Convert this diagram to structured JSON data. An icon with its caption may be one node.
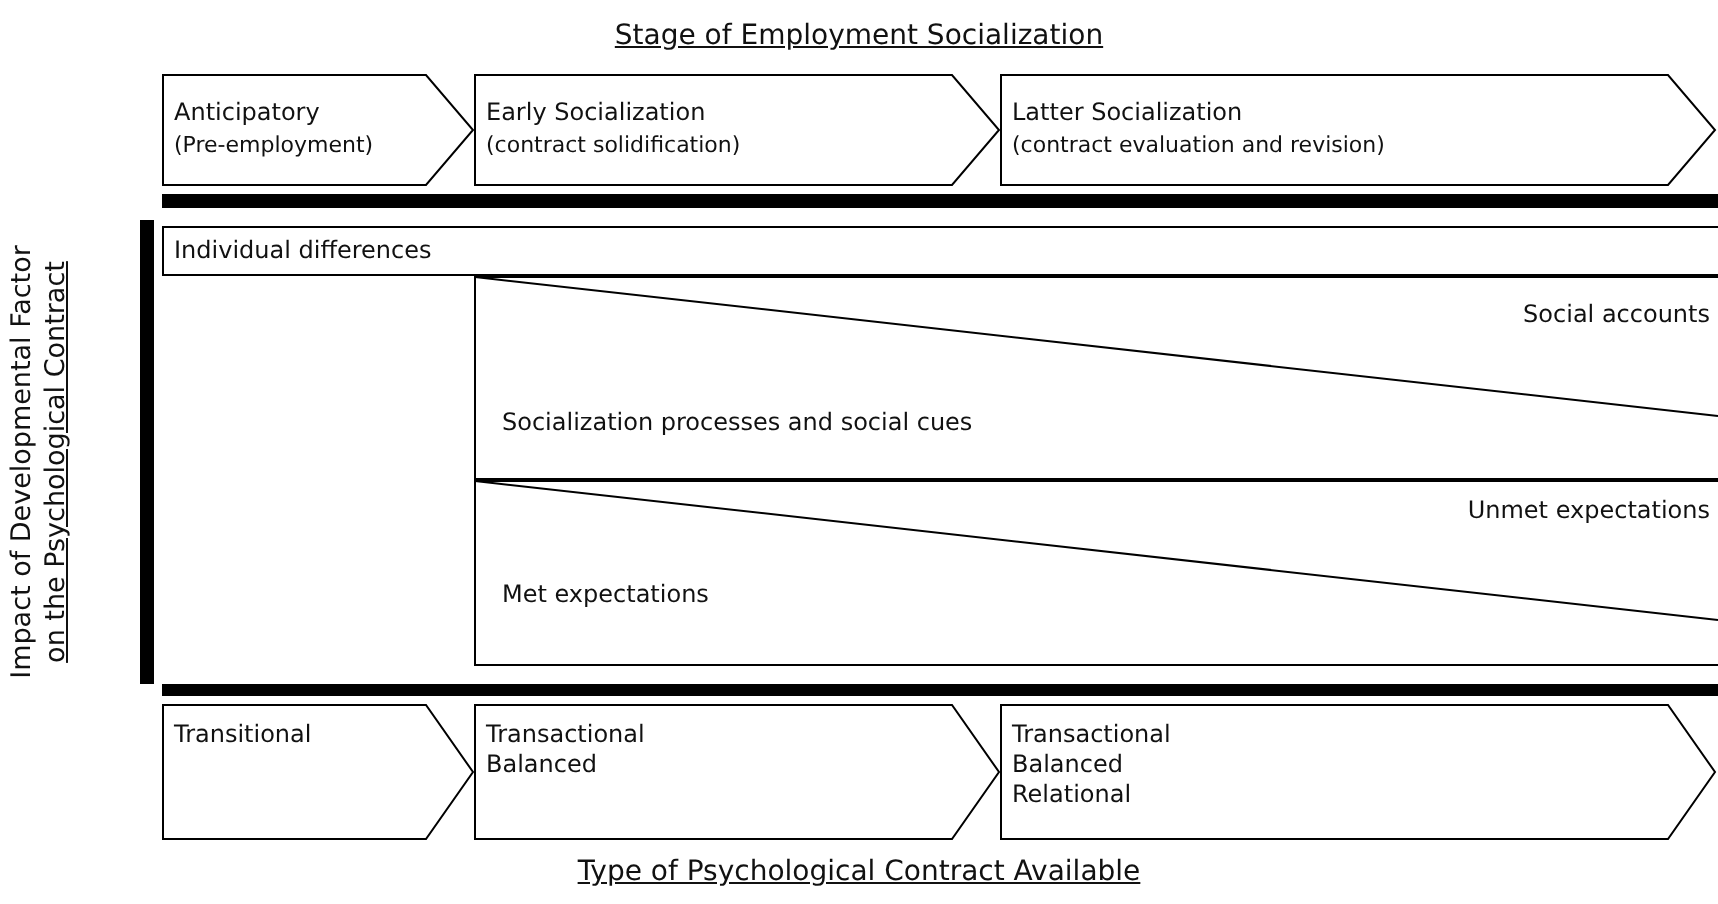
{
  "diagram": {
    "title": "Stage of Employment Socialization",
    "nodes": [
      {
        "text": [
          "Anticipatory",
          "(Pre-employment)"
        ]
      },
      {
        "text": [
          "Early Socialization",
          "(contract solidification)"
        ]
      },
      {
        "text": [
          "Latter Socialization",
          "(contract evaluation and revision)"
        ]
      },
      {
        "text": [
          "Individual differences"
        ]
      },
      {
        "text": [
          "Social accounts",
          "Socialization processes and social cues"
        ]
      },
      {
        "text": [
          "Unmet expectations",
          "Met expectations"
        ]
      },
      {
        "text": [
          "Transitional"
        ]
      },
      {
        "text": [
          "Transactional Balanced"
        ]
      },
      {
        "text": [
          "Transactional Balanced Relational"
        ]
      }
    ],
    "labels": [
      "Impact of Developmental Factor",
      "on the Psychological Contract",
      "Type of Psychological Contract Available"
    ]
  }
}
